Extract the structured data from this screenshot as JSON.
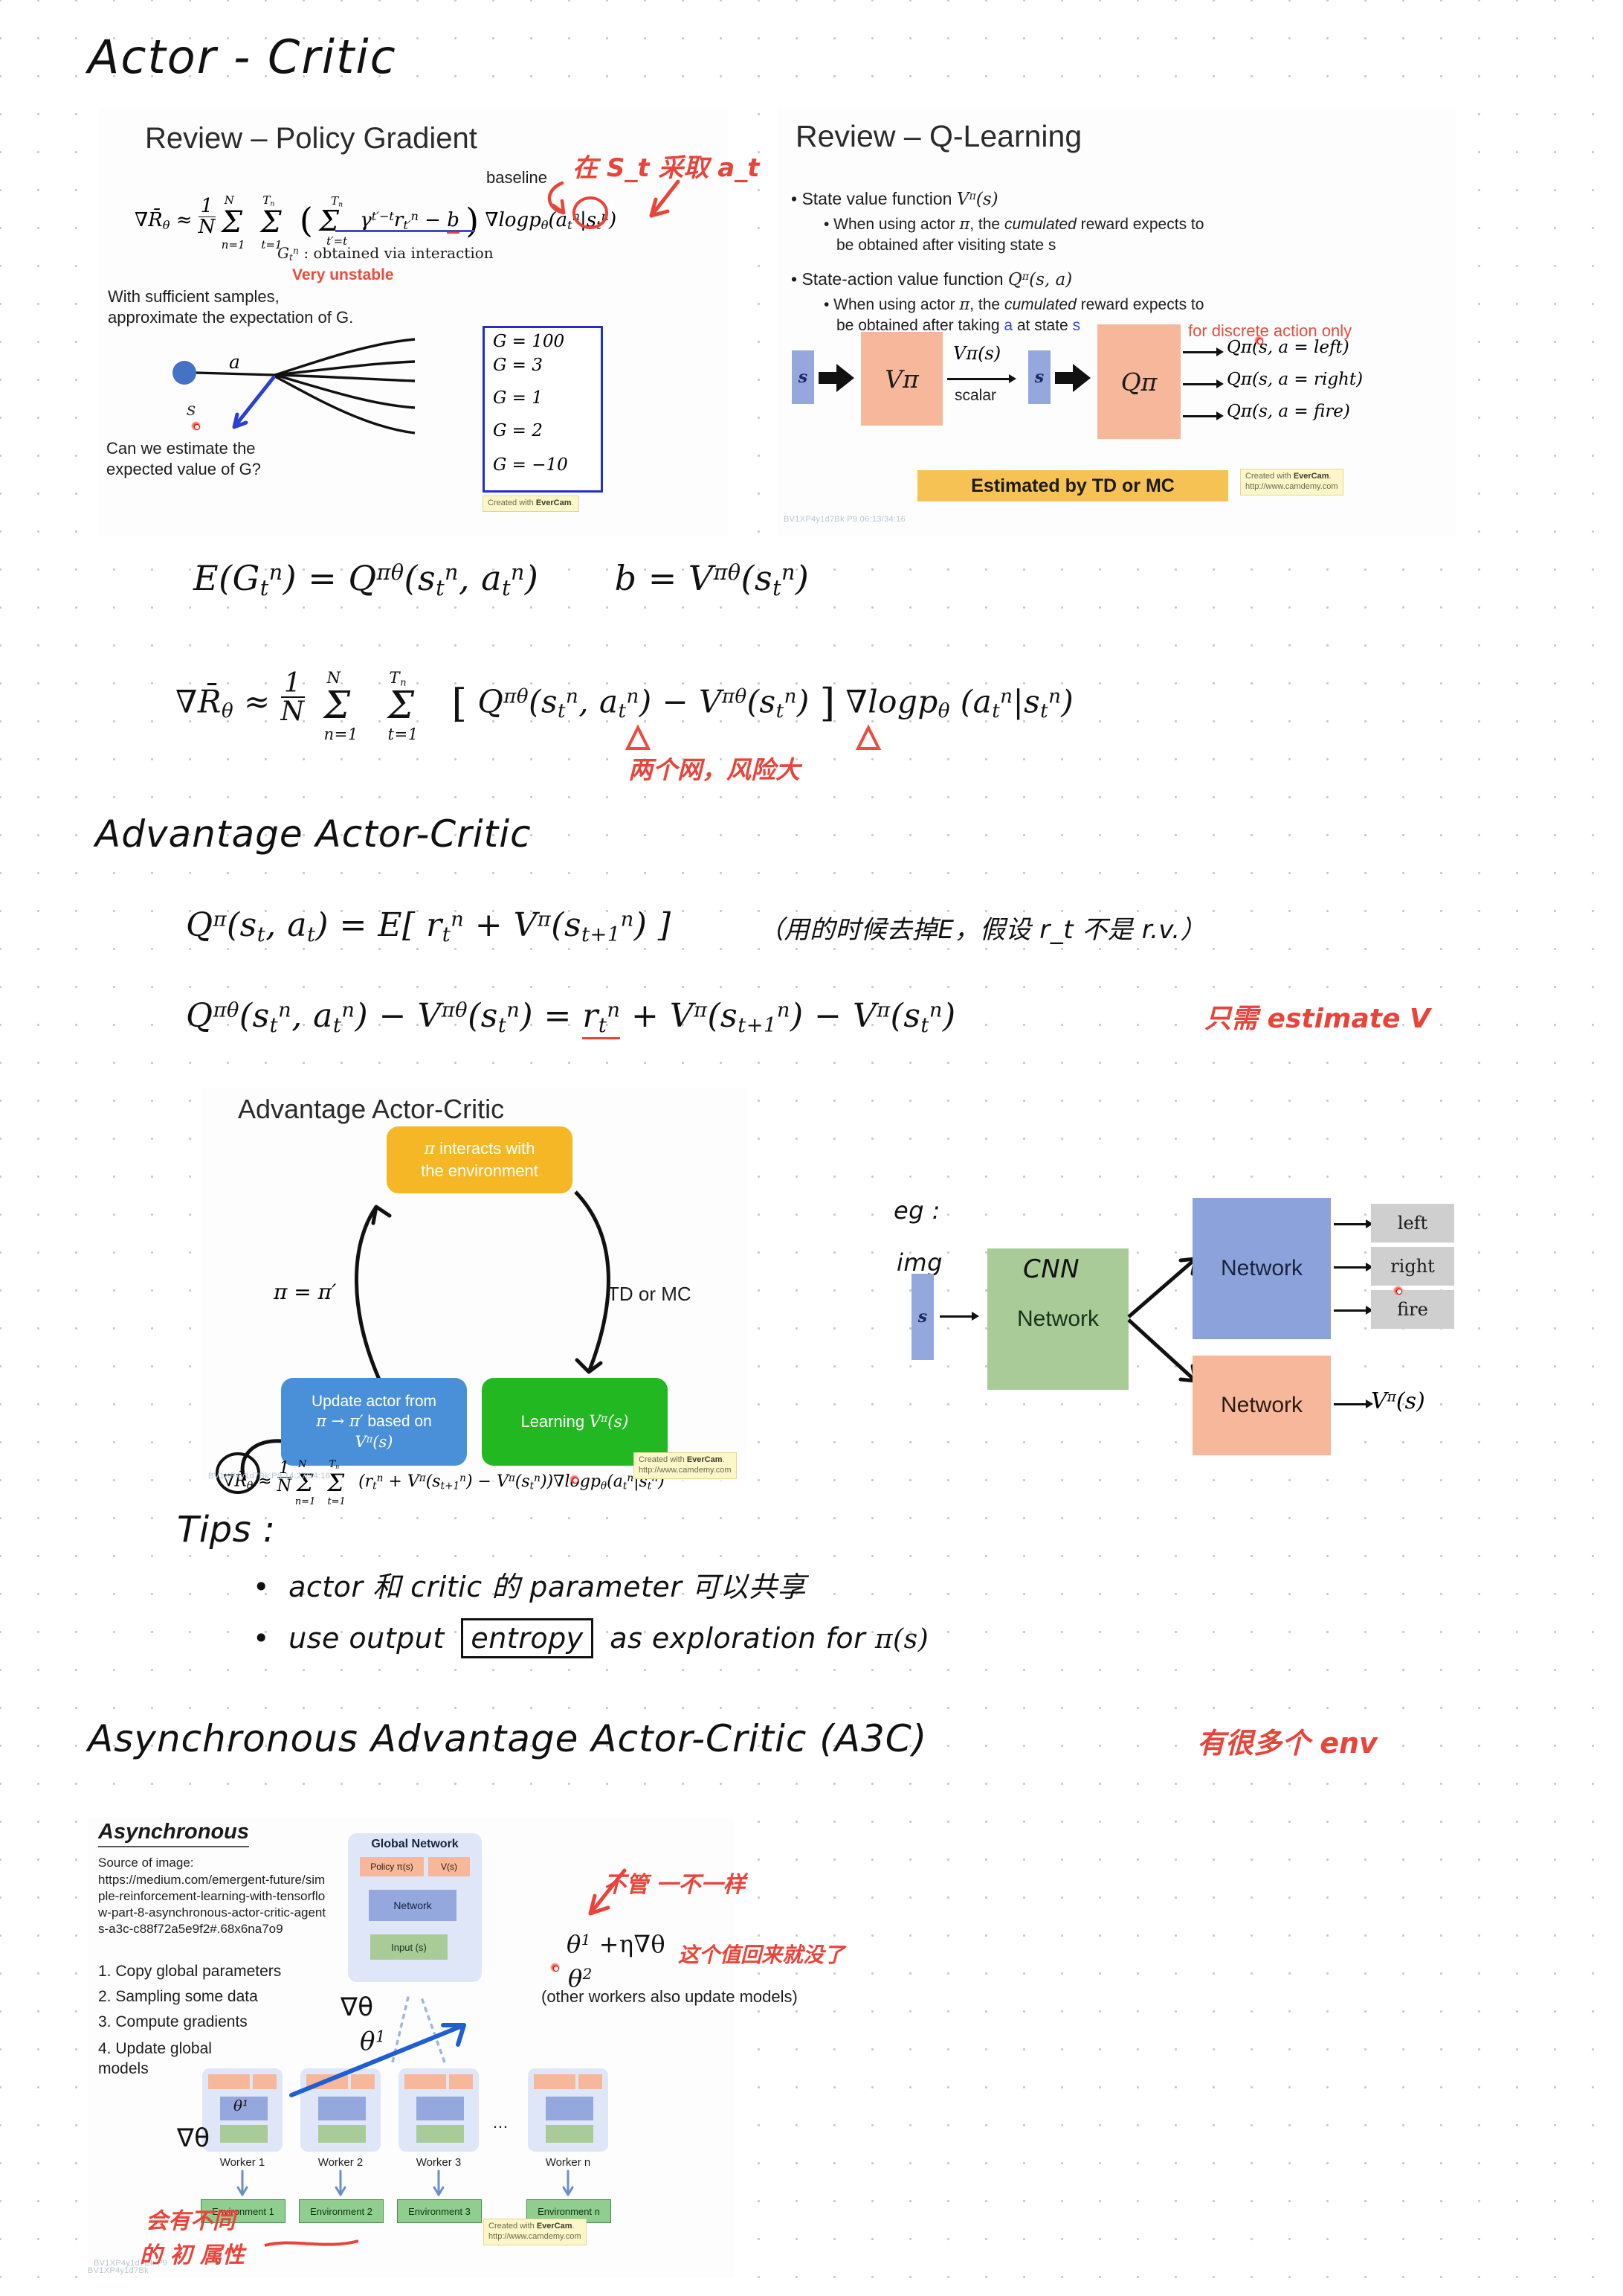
{
  "page": {
    "title": "Actor - Critic",
    "background": "#ffffff",
    "ink_black": "#111111",
    "ink_red": "#e8443a",
    "grid": "dotted"
  },
  "slide_policy_gradient": {
    "title": "Review – Policy Gradient",
    "main_formula": "∇R̄θ ≈ (1/N) Σ(n=1..N) Σ(t=1..Tn) ( Σ(t'=t..Tn) γ^(t'-t) r_t'^n − b ) ∇logpθ(a_t^n | s_t^n)",
    "baseline_label": "baseline",
    "g_note": "G_t^n : obtained via interaction",
    "unstable_note": "Very unstable",
    "samples_note_line1": "With sufficient samples,",
    "samples_note_line2": "approximate the expectation of G.",
    "question_line1": "Can we estimate the",
    "question_line2": "expected value of G?",
    "action_label": "a",
    "state_label": "s",
    "g_values": [
      "G = 100",
      "G = 3",
      "G = 1",
      "G = 2",
      "G = −10"
    ],
    "annotation_red": "在 S_t 采取 a_t",
    "box_border_color": "#2030c8",
    "evercam_line1": "Created with EverCam.",
    "evercam_line2": "http://www.camdemy.com"
  },
  "slide_q_learning": {
    "title": "Review – Q-Learning",
    "bullets": [
      {
        "level": 1,
        "text": "State value function Vπ(s)"
      },
      {
        "level": 2,
        "text": "When using actor π, the cumulated reward expects to be obtained after visiting state s"
      },
      {
        "level": 1,
        "text": "State-action value function Qπ(s, a)"
      },
      {
        "level": 2,
        "text": "When using actor π, the cumulated reward expects to be obtained after taking a at state s"
      }
    ],
    "diagram": {
      "input_left": "s",
      "vpi_box": "Vπ",
      "vpi_out": "Vπ(s)",
      "vpi_out_sub": "scalar",
      "input_right": "s",
      "qpi_box": "Qπ",
      "q_outputs": [
        "Qπ(s, a = left)",
        "Qπ(s, a = right)",
        "Qπ(s, a = fire)"
      ],
      "red_note": "for discrete action only"
    },
    "footer_banner": "Estimated by TD or MC",
    "watermark": "BV1XP4y1d7Bk P9 06:13/34:16",
    "evercam_line1": "Created with EverCam.",
    "evercam_line2": "http://www.camdemy.com"
  },
  "handwritten_block_1": {
    "eq1_left": "E(G_t^n) = Q^πθ (s_t^n, a_t^n)",
    "eq1_right": "b = V^πθ (s_t^n)",
    "eq2": "∇R̄θ ≈ (1/N) Σ(n=1..N) Σ(t=1..Tn) [ Q^πθ(s_t^n, a_t^n) − V^πθ(s_t^n) ] ∇logpθ (a_t^n | s_t^n)",
    "red_note": "两个网，风险大",
    "red_marks": "△ △"
  },
  "section_advantage": {
    "heading": "Advantage  Actor-Critic",
    "eq1": "Qπ(s_t, a_t) = E[ r_t^n + Vπ(s_t+1^n) ]",
    "eq1_note": "（用的时候去掉E，假设 r_t 不是 r.v.）",
    "eq2": "Q^πθ(s_t^n, a_t^n) − V^πθ(s_t^n) = r_t^n + Vπ(s_t+1^n) − Vπ(s_t^n)",
    "eq2_red_note": "只需 estimate V"
  },
  "slide_aac": {
    "title": "Advantage Actor-Critic",
    "node_top": "π interacts with\nthe environment",
    "node_left_line1": "Update actor from",
    "node_left_line2": "π → π′ based on",
    "node_left_line3": "Vπ(s)",
    "node_right": "Learning Vπ(s)",
    "edge_left_label": "π = π′",
    "edge_right_label": "TD or MC",
    "bottom_formula": "∇R̄θ ≈ (1/N) Σ(n=1..N) Σ(t=1..Tn) (r_t^n + Vπ(s_t+1^n) − Vπ(s_t^n)) ∇logpθ(a_t^n|s_t^n)",
    "colors": {
      "top": "#f5b726",
      "left": "#4a90d9",
      "right": "#22b821"
    },
    "watermark": "BV1XP4y1d7Bk P9 14:27/34:16",
    "evercam_line1": "Created with EverCam.",
    "evercam_line2": "http://www.camdemy.com"
  },
  "network_diagram": {
    "hand_note_line1": "eg :",
    "hand_note_line2": "img",
    "input": "s",
    "cnn_label": "CNN",
    "shared_network": "Network",
    "policy_network": "Network",
    "value_network": "Network",
    "actions": [
      "left",
      "right",
      "fire"
    ],
    "value_output": "Vπ(s)"
  },
  "tips": {
    "heading": "Tips :",
    "items": [
      "actor 和 critic 的 parameter 可以共享",
      "use output  entropy  as exploration for π(s)"
    ],
    "boxed_word": "entropy"
  },
  "section_a3c": {
    "heading": "Asynchronous  Advantage  Actor-Critic   (A3C)",
    "red_note": "有很多个 env"
  },
  "slide_a3c": {
    "title": "Asynchronous",
    "source_label": "Source of image:",
    "source_url": "https://medium.com/emergent-future/simple-reinforcement-learning-with-tensorflow-part-8-asynchronous-actor-critic-agents-a3c-c88f72a5e9f2#.68x6na7o9",
    "steps": [
      "1. Copy global parameters",
      "2. Sampling some data",
      "3. Compute gradients",
      "4. Update global models"
    ],
    "global_network_label": "Global Network",
    "policy_label": "Policy π(s)",
    "value_label": "V(s)",
    "network_label": "Network",
    "input_label": "Input (s)",
    "workers": [
      "Worker 1",
      "Worker 2",
      "Worker 3",
      "Worker n"
    ],
    "worker_ellipsis": "…",
    "environments": [
      "Environment 1",
      "Environment 2",
      "Environment 3",
      "Environment n"
    ],
    "grad_labels": [
      "∇θ",
      "θ¹",
      "∇θ"
    ],
    "theta_label": "θ¹",
    "hand_red_note_1": "不管 一不一样",
    "hand_black_note_1": "θ¹ +η∇θ",
    "hand_black_note_2": "θ²",
    "hand_red_note_2": "这个值回来就没了",
    "hand_black_note_3": "(other workers also update models)",
    "hand_red_note_3_line1": "会有不同",
    "hand_red_note_3_line2": "的 初 属性",
    "evercam_line1": "Created with EverCam.",
    "evercam_line2": "http://www.camdemy.com",
    "watermark": "BV1XP4y1d7Bk P9"
  }
}
